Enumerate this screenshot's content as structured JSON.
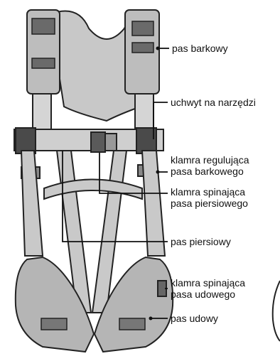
{
  "labels": {
    "pas_barkowy": "pas barkowy",
    "uchwyt": "uchwyt na narzędzi",
    "klamra_reg_1": "klamra regulująca",
    "klamra_reg_2": "pasa barkowego",
    "klamra_spin_p_1": "klamra spinająca",
    "klamra_spin_p_2": "pasa piersiowego",
    "pas_piersiowy": "pas piersiowy",
    "klamra_spin_u_1": "klamra spinająca",
    "klamra_spin_u_2": "pasa udowego",
    "pas_udowy": "pas udowy"
  },
  "colors": {
    "ink": "#111111",
    "strap": "#cfcfcf",
    "pad": "#bdbdbd",
    "dark": "#4a4a4a"
  }
}
